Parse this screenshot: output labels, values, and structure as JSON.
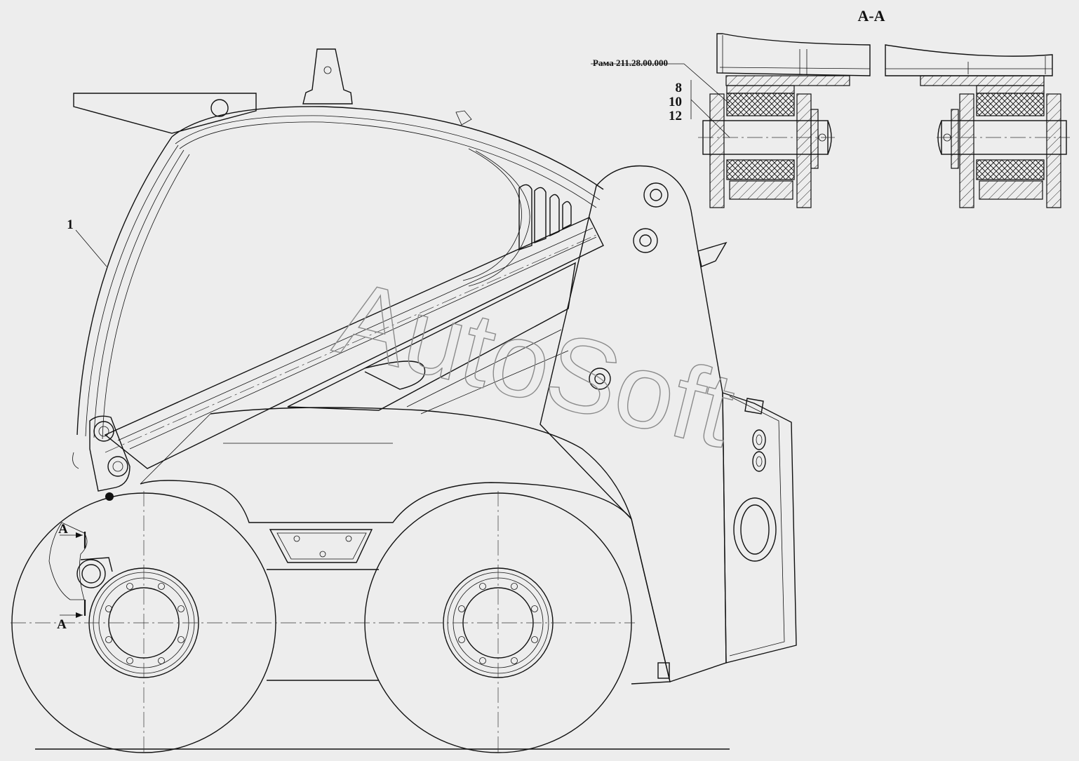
{
  "labels": {
    "section_title": "А-А",
    "frame_ref": "Рама 211.28.00.000",
    "pos_8": "8",
    "pos_10": "10",
    "pos_12": "12",
    "pos_1": "1",
    "section_mark_top": "А",
    "section_mark_bottom": "А"
  },
  "watermark": {
    "text": "AutoSoft"
  },
  "colors": {
    "background": "#ededed",
    "line": "#111111",
    "watermark": "#8a8a8a"
  }
}
